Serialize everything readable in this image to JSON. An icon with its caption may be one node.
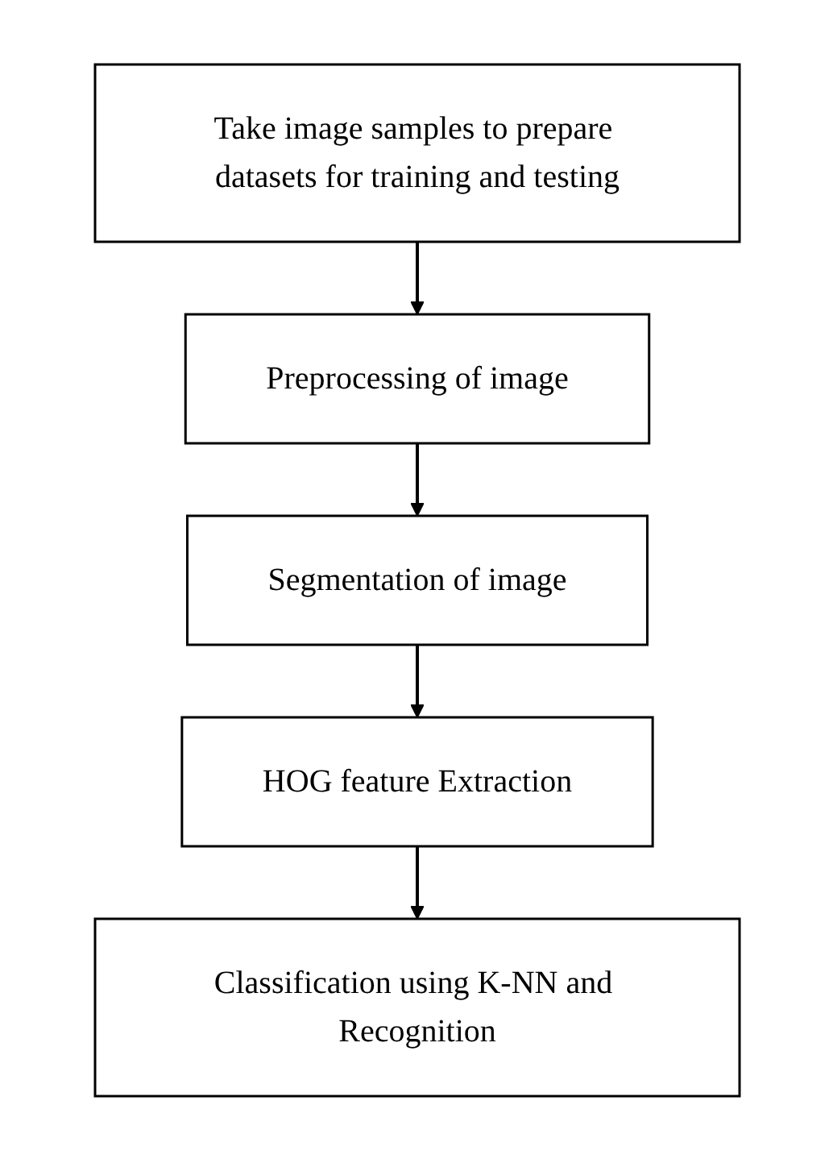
{
  "diagram": {
    "nodes": [
      {
        "text": [
          "Take image samples to prepare datasets for training and testing"
        ]
      },
      {
        "text": [
          "Preprocessing of image"
        ]
      },
      {
        "text": [
          "Segmentation of image"
        ]
      },
      {
        "text": [
          "HOG feature Extraction"
        ]
      },
      {
        "text": [
          "Classification using K-NN and Recognition"
        ]
      }
    ],
    "edges": [
      {
        "from": 0,
        "to": 1,
        "arrow": "to"
      },
      {
        "from": 1,
        "to": 2,
        "arrow": "to"
      },
      {
        "from": 2,
        "to": 3,
        "arrow": "to"
      },
      {
        "from": 3,
        "to": 4,
        "arrow": "to"
      }
    ]
  }
}
